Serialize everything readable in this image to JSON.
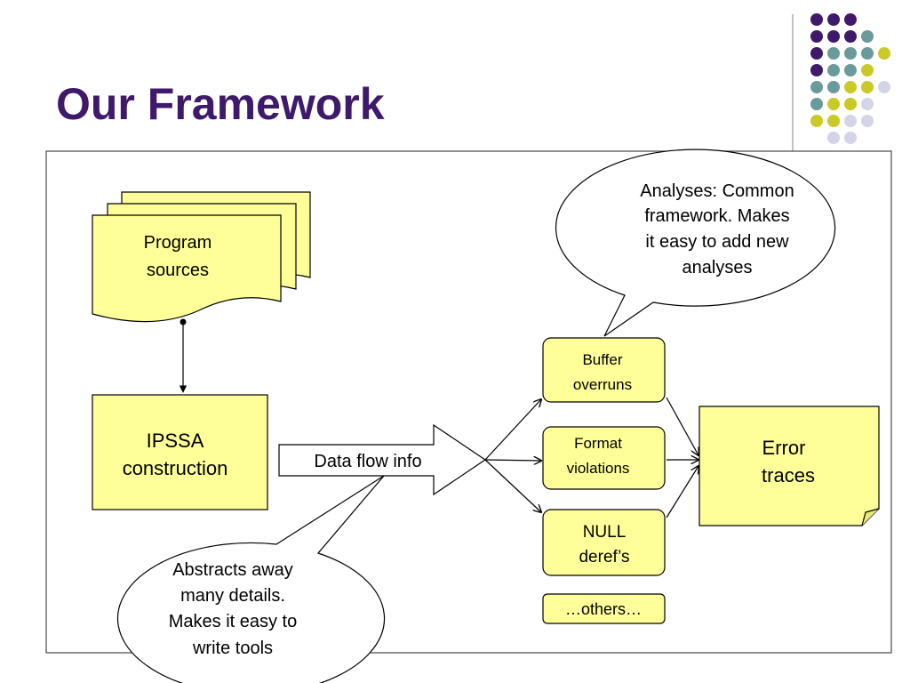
{
  "slide": {
    "title": "Our Framework"
  },
  "diagram": {
    "program_sources": [
      "Program",
      "sources"
    ],
    "ipssa": [
      "IPSSA",
      "construction"
    ],
    "data_flow_label": "Data flow info",
    "analyses": {
      "buffer": [
        "Buffer",
        "overruns"
      ],
      "format": [
        "Format",
        "violations"
      ],
      "null": [
        "NULL",
        "deref’s"
      ],
      "others": "…others…"
    },
    "error_traces": [
      "Error",
      "traces"
    ],
    "callout_top": [
      "Analyses: Common",
      "framework. Makes",
      "it easy to add new",
      "analyses"
    ],
    "callout_bottom": [
      "Abstracts away",
      "many details.",
      "Makes it easy to",
      "write tools"
    ]
  },
  "colors": {
    "title": "#3f1a6b",
    "box_fill": "#ffff99",
    "purple": "#3f1a6b",
    "teal": "#6b9a9a",
    "olive": "#c9c927",
    "lavender": "#d4d4e8"
  },
  "decoration": {
    "dot_grid": [
      [
        "purple",
        "purple",
        "purple"
      ],
      [
        "purple",
        "purple",
        "purple",
        "teal"
      ],
      [
        "purple",
        "teal",
        "teal",
        "teal",
        "olive"
      ],
      [
        "purple",
        "teal",
        "teal",
        "olive"
      ],
      [
        "teal",
        "teal",
        "olive",
        "olive",
        "lavender"
      ],
      [
        "teal",
        "olive",
        "olive",
        "lavender"
      ],
      [
        "olive",
        "olive",
        "lavender",
        "lavender"
      ],
      [
        "lavender",
        "lavender"
      ]
    ]
  }
}
